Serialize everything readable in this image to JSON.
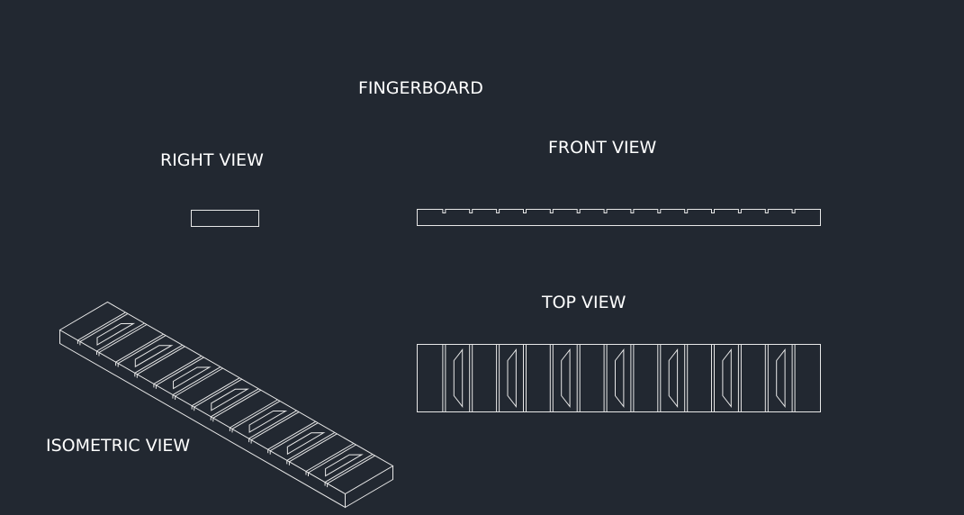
{
  "drawing": {
    "title": "FINGERBOARD",
    "views": {
      "right": "RIGHT VIEW",
      "front": "FRONT VIEW",
      "top": "TOP VIEW",
      "isometric": "ISOMETRIC VIEW"
    },
    "slot_count": 14,
    "colors": {
      "background": "#222831",
      "line": "#e8e8e8",
      "text": "#ffffff"
    }
  }
}
